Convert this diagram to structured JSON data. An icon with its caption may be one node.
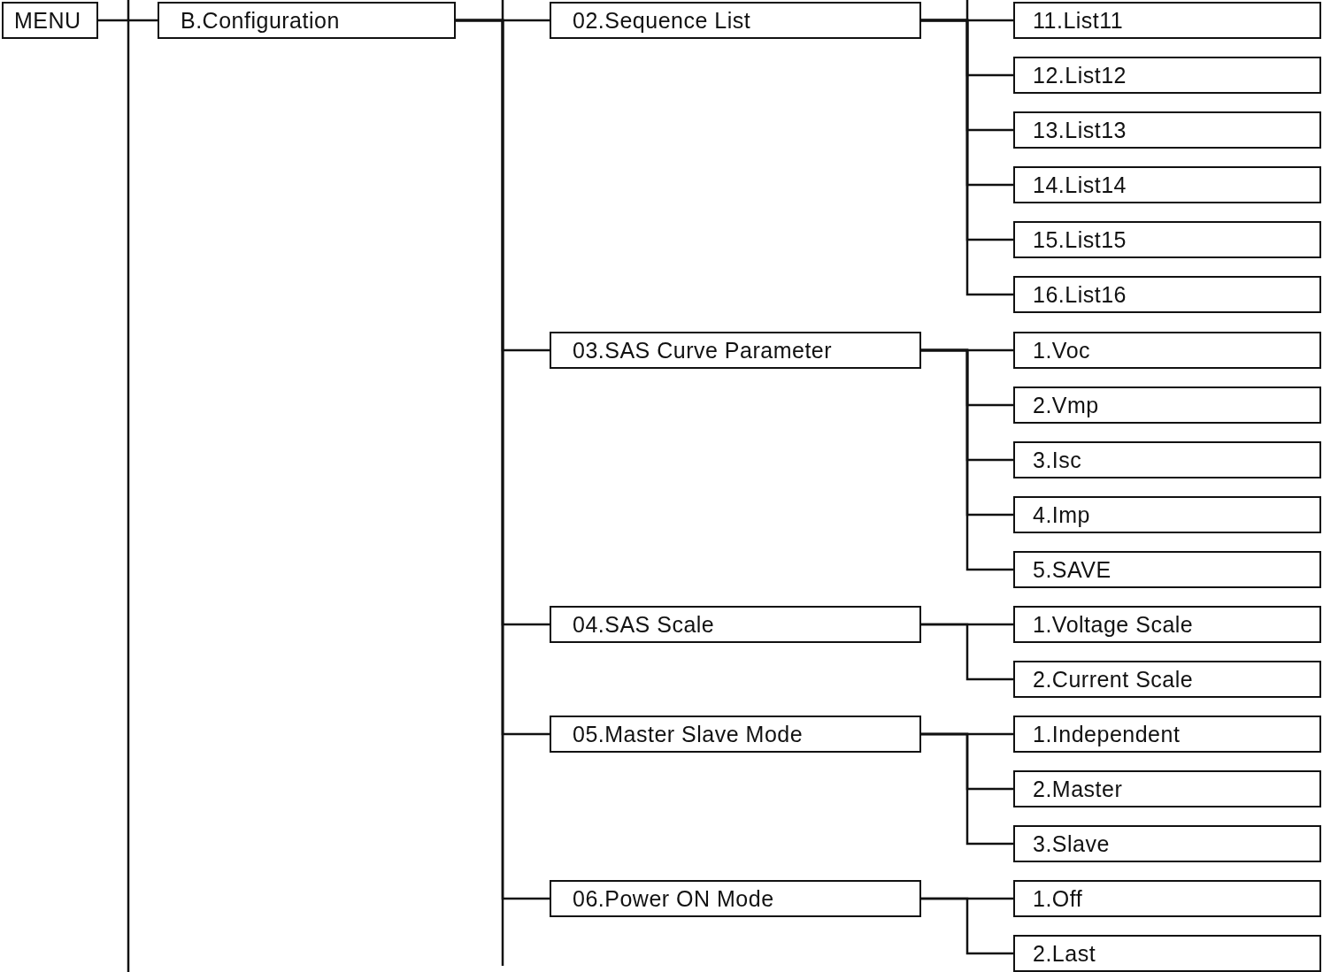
{
  "diagram": {
    "nodes": [
      {
        "text": [
          "MENU"
        ]
      },
      {
        "text": [
          "B.Configuration"
        ]
      },
      {
        "text": [
          "02.Sequence List"
        ]
      },
      {
        "text": [
          "11.List11"
        ]
      },
      {
        "text": [
          "12.List12"
        ]
      },
      {
        "text": [
          "13.List13"
        ]
      },
      {
        "text": [
          "14.List14"
        ]
      },
      {
        "text": [
          "15.List15"
        ]
      },
      {
        "text": [
          "16.List16"
        ]
      },
      {
        "text": [
          "03.SAS Curve Parameter"
        ]
      },
      {
        "text": [
          "1.Voc"
        ]
      },
      {
        "text": [
          "2.Vmp"
        ]
      },
      {
        "text": [
          "3.Isc"
        ]
      },
      {
        "text": [
          "4.Imp"
        ]
      },
      {
        "text": [
          "5.SAVE"
        ]
      },
      {
        "text": [
          "04.SAS Scale"
        ]
      },
      {
        "text": [
          "1.Voltage Scale"
        ]
      },
      {
        "text": [
          "2.Current Scale"
        ]
      },
      {
        "text": [
          "05.Master Slave Mode"
        ]
      },
      {
        "text": [
          "1.Independent"
        ]
      },
      {
        "text": [
          "2.Master"
        ]
      },
      {
        "text": [
          "3.Slave"
        ]
      },
      {
        "text": [
          "06.Power ON Mode"
        ]
      },
      {
        "text": [
          "1.Off"
        ]
      },
      {
        "text": [
          "2.Last"
        ]
      }
    ],
    "edges": [
      {
        "from": 0,
        "to": 1,
        "arrow": "none"
      },
      {
        "from": 1,
        "to": 2,
        "arrow": "none"
      },
      {
        "from": 1,
        "to": 9,
        "arrow": "none"
      },
      {
        "from": 1,
        "to": 15,
        "arrow": "none"
      },
      {
        "from": 1,
        "to": 18,
        "arrow": "none"
      },
      {
        "from": 1,
        "to": 22,
        "arrow": "none"
      },
      {
        "from": 2,
        "to": 3,
        "arrow": "none"
      },
      {
        "from": 2,
        "to": 4,
        "arrow": "none"
      },
      {
        "from": 2,
        "to": 5,
        "arrow": "none"
      },
      {
        "from": 2,
        "to": 6,
        "arrow": "none"
      },
      {
        "from": 2,
        "to": 7,
        "arrow": "none"
      },
      {
        "from": 2,
        "to": 8,
        "arrow": "none"
      },
      {
        "from": 9,
        "to": 10,
        "arrow": "none"
      },
      {
        "from": 9,
        "to": 11,
        "arrow": "none"
      },
      {
        "from": 9,
        "to": 12,
        "arrow": "none"
      },
      {
        "from": 9,
        "to": 13,
        "arrow": "none"
      },
      {
        "from": 9,
        "to": 14,
        "arrow": "none"
      },
      {
        "from": 15,
        "to": 16,
        "arrow": "none"
      },
      {
        "from": 15,
        "to": 17,
        "arrow": "none"
      },
      {
        "from": 18,
        "to": 19,
        "arrow": "none"
      },
      {
        "from": 18,
        "to": 20,
        "arrow": "none"
      },
      {
        "from": 18,
        "to": 21,
        "arrow": "none"
      },
      {
        "from": 22,
        "to": 23,
        "arrow": "none"
      },
      {
        "from": 22,
        "to": 24,
        "arrow": "none"
      }
    ]
  }
}
